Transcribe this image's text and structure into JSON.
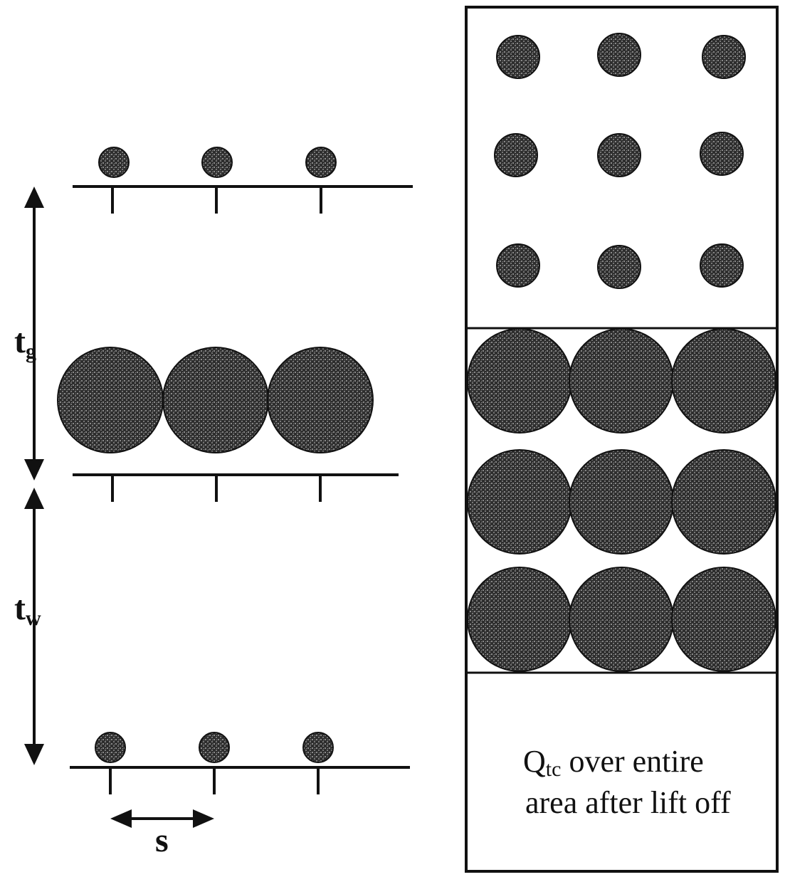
{
  "labels": {
    "tg_symbol": "t",
    "tg_sub": "g",
    "tw_symbol": "t",
    "tw_sub": "w",
    "s": "s"
  },
  "caption": {
    "q_symbol": "Q",
    "q_sub": "tc",
    "line1_rest": " over entire",
    "line2": "area after lift off"
  },
  "colors": {
    "ink": "#111111",
    "bubble_fill": "#3a3a3a",
    "background": "#ffffff"
  }
}
